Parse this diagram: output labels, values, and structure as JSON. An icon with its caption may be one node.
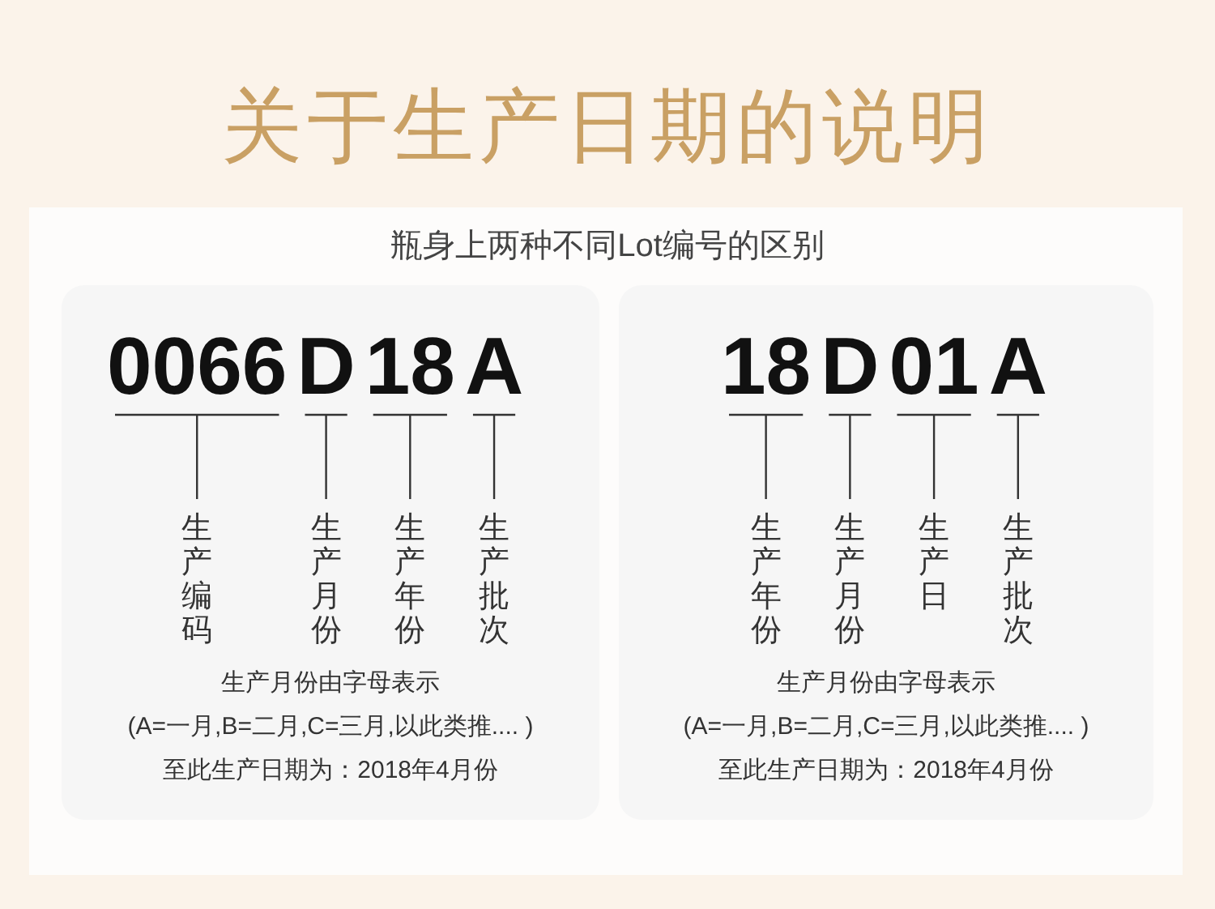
{
  "diagram": {
    "title": "关于生产日期的说明",
    "nodes": [
      {
        "text": [
          "生产月份由字母表示",
          "(A=一月,B=二月,C=三月,以此类推.... )",
          "至此生产日期为：2018年4月份"
        ]
      },
      {
        "text": [
          "0066"
        ],
        "in": 0
      },
      {
        "text": [
          "D"
        ],
        "in": 0
      },
      {
        "text": [
          "18"
        ],
        "in": 0
      },
      {
        "text": [
          "A"
        ],
        "in": 0
      },
      {
        "text": [
          "生产编码"
        ],
        "in": 0
      },
      {
        "text": [
          "生产月份"
        ],
        "in": 0
      },
      {
        "text": [
          "生产年份"
        ],
        "in": 0
      },
      {
        "text": [
          "生产批次"
        ],
        "in": 0
      },
      {
        "text": [
          "生产月份由字母表示",
          "(A=一月,B=二月,C=三月,以此类推.... )",
          "至此生产日期为：2018年4月份"
        ]
      },
      {
        "text": [
          "18"
        ],
        "in": 9
      },
      {
        "text": [
          "D"
        ],
        "in": 9
      },
      {
        "text": [
          "01"
        ],
        "in": 9
      },
      {
        "text": [
          "A"
        ],
        "in": 9
      },
      {
        "text": [
          "生产年份"
        ],
        "in": 9
      },
      {
        "text": [
          "生产月份"
        ],
        "in": 9
      },
      {
        "text": [
          "生产日"
        ],
        "in": 9
      },
      {
        "text": [
          "生产批次"
        ],
        "in": 9
      }
    ],
    "edges": [
      {
        "from": 5,
        "to": 1,
        "arrow": "none"
      },
      {
        "from": 6,
        "to": 2,
        "arrow": "none"
      },
      {
        "from": 7,
        "to": 3,
        "arrow": "none"
      },
      {
        "from": 8,
        "to": 4,
        "arrow": "none"
      },
      {
        "from": 14,
        "to": 10,
        "arrow": "none"
      },
      {
        "from": 15,
        "to": 11,
        "arrow": "none"
      },
      {
        "from": 16,
        "to": 12,
        "arrow": "none"
      },
      {
        "from": 17,
        "to": 13,
        "arrow": "none"
      }
    ],
    "labels": [
      "瓶身上两种不同Lot编号的区别"
    ]
  }
}
